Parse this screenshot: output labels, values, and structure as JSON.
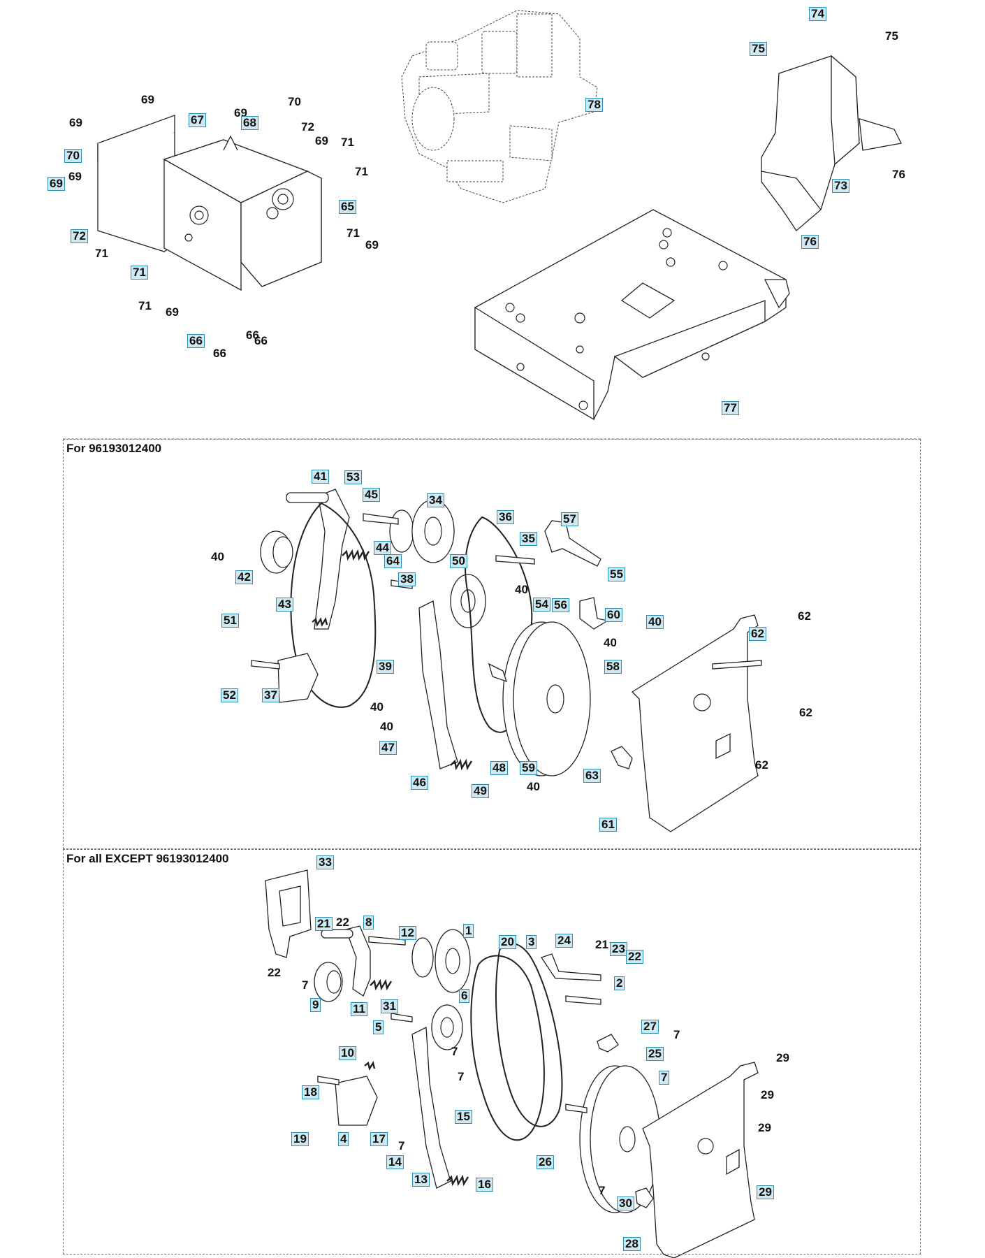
{
  "sections": [
    {
      "title": ""
    },
    {
      "title": "For 96193012400"
    },
    {
      "title": "For all EXCEPT 96193012400"
    }
  ],
  "callouts": {
    "top": [
      {
        "n": "74",
        "boxed": true
      },
      {
        "n": "75",
        "boxed": true
      },
      {
        "n": "75",
        "boxed": false
      },
      {
        "n": "69",
        "boxed": false
      },
      {
        "n": "70",
        "boxed": false
      },
      {
        "n": "69",
        "boxed": false
      },
      {
        "n": "68",
        "boxed": true
      },
      {
        "n": "67",
        "boxed": true
      },
      {
        "n": "69",
        "boxed": false
      },
      {
        "n": "72",
        "boxed": false
      },
      {
        "n": "69",
        "boxed": false
      },
      {
        "n": "71",
        "boxed": false
      },
      {
        "n": "70",
        "boxed": true
      },
      {
        "n": "69",
        "boxed": false
      },
      {
        "n": "71",
        "boxed": false
      },
      {
        "n": "69",
        "boxed": true
      },
      {
        "n": "65",
        "boxed": true
      },
      {
        "n": "72",
        "boxed": true
      },
      {
        "n": "71",
        "boxed": false
      },
      {
        "n": "71",
        "boxed": false
      },
      {
        "n": "69",
        "boxed": false
      },
      {
        "n": "71",
        "boxed": true
      },
      {
        "n": "71",
        "boxed": false
      },
      {
        "n": "69",
        "boxed": false
      },
      {
        "n": "66",
        "boxed": true
      },
      {
        "n": "66",
        "boxed": false
      },
      {
        "n": "66",
        "boxed": false
      },
      {
        "n": "66",
        "boxed": false
      },
      {
        "n": "78",
        "boxed": true
      },
      {
        "n": "76",
        "boxed": false
      },
      {
        "n": "73",
        "boxed": true
      },
      {
        "n": "76",
        "boxed": true
      },
      {
        "n": "77",
        "boxed": true
      }
    ],
    "middle": [
      {
        "n": "41",
        "boxed": true
      },
      {
        "n": "53",
        "boxed": true
      },
      {
        "n": "45",
        "boxed": true
      },
      {
        "n": "34",
        "boxed": true
      },
      {
        "n": "36",
        "boxed": true
      },
      {
        "n": "57",
        "boxed": true
      },
      {
        "n": "40",
        "boxed": false
      },
      {
        "n": "44",
        "boxed": true
      },
      {
        "n": "64",
        "boxed": true
      },
      {
        "n": "35",
        "boxed": true
      },
      {
        "n": "42",
        "boxed": true
      },
      {
        "n": "38",
        "boxed": true
      },
      {
        "n": "50",
        "boxed": true
      },
      {
        "n": "40",
        "boxed": false
      },
      {
        "n": "54",
        "boxed": true
      },
      {
        "n": "56",
        "boxed": true
      },
      {
        "n": "55",
        "boxed": true
      },
      {
        "n": "43",
        "boxed": true
      },
      {
        "n": "60",
        "boxed": true
      },
      {
        "n": "40",
        "boxed": true
      },
      {
        "n": "62",
        "boxed": false
      },
      {
        "n": "51",
        "boxed": true
      },
      {
        "n": "39",
        "boxed": true
      },
      {
        "n": "40",
        "boxed": false
      },
      {
        "n": "62",
        "boxed": true
      },
      {
        "n": "58",
        "boxed": true
      },
      {
        "n": "52",
        "boxed": true
      },
      {
        "n": "37",
        "boxed": true
      },
      {
        "n": "40",
        "boxed": false
      },
      {
        "n": "40",
        "boxed": false
      },
      {
        "n": "62",
        "boxed": false
      },
      {
        "n": "47",
        "boxed": true
      },
      {
        "n": "48",
        "boxed": true
      },
      {
        "n": "59",
        "boxed": true
      },
      {
        "n": "62",
        "boxed": false
      },
      {
        "n": "63",
        "boxed": true
      },
      {
        "n": "46",
        "boxed": true
      },
      {
        "n": "49",
        "boxed": true
      },
      {
        "n": "40",
        "boxed": false
      },
      {
        "n": "61",
        "boxed": true
      }
    ],
    "bottom": [
      {
        "n": "33",
        "boxed": true
      },
      {
        "n": "21",
        "boxed": true
      },
      {
        "n": "22",
        "boxed": false
      },
      {
        "n": "8",
        "boxed": true
      },
      {
        "n": "12",
        "boxed": true
      },
      {
        "n": "1",
        "boxed": true
      },
      {
        "n": "20",
        "boxed": true
      },
      {
        "n": "3",
        "boxed": true
      },
      {
        "n": "24",
        "boxed": true
      },
      {
        "n": "21",
        "boxed": false
      },
      {
        "n": "23",
        "boxed": true
      },
      {
        "n": "22",
        "boxed": true
      },
      {
        "n": "22",
        "boxed": false
      },
      {
        "n": "7",
        "boxed": false
      },
      {
        "n": "2",
        "boxed": true
      },
      {
        "n": "9",
        "boxed": true
      },
      {
        "n": "11",
        "boxed": true
      },
      {
        "n": "31",
        "boxed": true
      },
      {
        "n": "6",
        "boxed": true
      },
      {
        "n": "5",
        "boxed": true
      },
      {
        "n": "27",
        "boxed": true
      },
      {
        "n": "7",
        "boxed": false
      },
      {
        "n": "7",
        "boxed": false
      },
      {
        "n": "25",
        "boxed": true
      },
      {
        "n": "10",
        "boxed": true
      },
      {
        "n": "7",
        "boxed": true
      },
      {
        "n": "29",
        "boxed": false
      },
      {
        "n": "7",
        "boxed": false
      },
      {
        "n": "18",
        "boxed": true
      },
      {
        "n": "29",
        "boxed": false
      },
      {
        "n": "15",
        "boxed": true
      },
      {
        "n": "29",
        "boxed": false
      },
      {
        "n": "19",
        "boxed": true
      },
      {
        "n": "4",
        "boxed": true
      },
      {
        "n": "17",
        "boxed": true
      },
      {
        "n": "7",
        "boxed": false
      },
      {
        "n": "14",
        "boxed": true
      },
      {
        "n": "26",
        "boxed": true
      },
      {
        "n": "13",
        "boxed": true
      },
      {
        "n": "16",
        "boxed": true
      },
      {
        "n": "7",
        "boxed": false
      },
      {
        "n": "29",
        "boxed": true
      },
      {
        "n": "30",
        "boxed": true
      },
      {
        "n": "28",
        "boxed": true
      }
    ]
  }
}
